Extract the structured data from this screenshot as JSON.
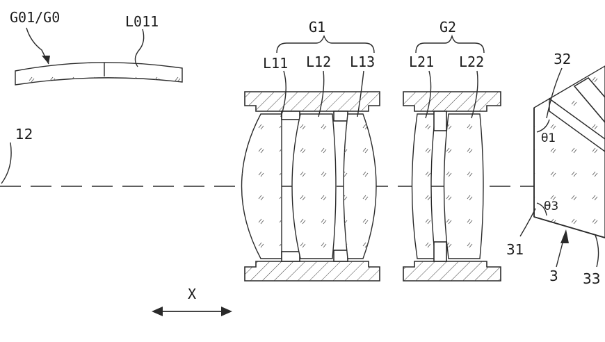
{
  "labels": {
    "g01_g0": "G01/G0",
    "l011": "L011",
    "g1": "G1",
    "l11": "L11",
    "l12": "L12",
    "l13": "L13",
    "g2": "G2",
    "l21": "L21",
    "l22": "L22",
    "n32": "32",
    "n12": "12",
    "theta1": "θ1",
    "theta3": "θ3",
    "n31": "31",
    "n3": "3",
    "n33": "33",
    "x_axis": "X"
  }
}
